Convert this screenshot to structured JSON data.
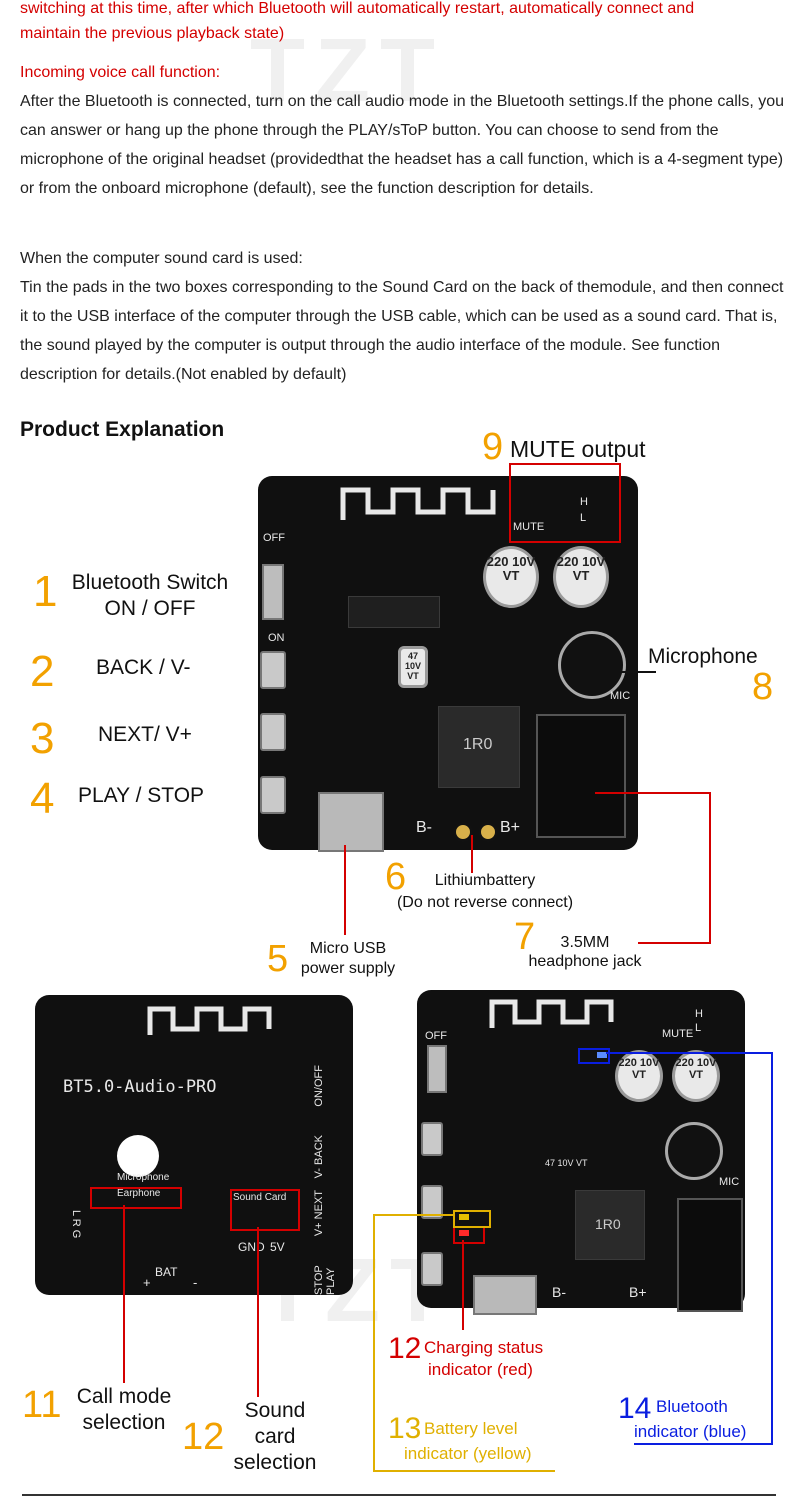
{
  "intro": {
    "top_red_line1": "switching at this time, after which Bluetooth will automatically restart, automatically connect and",
    "top_red_line2": "maintain the previous playback state)",
    "call_title": "Incoming voice call function:",
    "call_body": "After the Bluetooth is connected, turn on the call audio mode in the Bluetooth settings.If the phone calls, you can answer or hang up the phone through the PLAY/sToP button. You can choose to send from the microphone of the original headset (providedthat the headset has a call function, which is a 4-segment type) or from the onboard microphone (default), see the function description for details.",
    "sound_title": "When the computer sound card is used:",
    "sound_body": "Tin the pads in the two boxes corresponding to the Sound Card on the back of themodule, and then connect it to the USB interface of the computer through the USB cable, which can be used as a sound card. That is, the sound played by the computer is output through the audio interface of the module. See function description for details.(Not enabled by default)"
  },
  "section_title": "Product Explanation",
  "watermark": "TZT",
  "labels": {
    "l1_num": "1",
    "l1_a": "Bluetooth Switch",
    "l1_b": "ON / OFF",
    "l2_num": "2",
    "l2": "BACK / V-",
    "l3_num": "3",
    "l3": "NEXT/ V+",
    "l4_num": "4",
    "l4": "PLAY / STOP",
    "l5_num": "5",
    "l5_a": "Micro USB",
    "l5_b": "power supply",
    "l6_num": "6",
    "l6_a": "Lithiumbattery",
    "l6_b": "(Do not reverse connect)",
    "l7_num": "7",
    "l7_a": "3.5MM",
    "l7_b": "headphone jack",
    "l8_num": "8",
    "l8": "Microphone",
    "l9_num": "9",
    "l9": "MUTE output",
    "l11_num": "11",
    "l11_a": "Call mode",
    "l11_b": "selection",
    "l12a_num": "12",
    "l12a_a": "Sound",
    "l12a_b": "card",
    "l12a_c": "selection",
    "l12b_num": "12",
    "l12b_a": "Charging status",
    "l12b_b": "indicator (red)",
    "l13_num": "13",
    "l13_a": "Battery level",
    "l13_b": "indicator (yellow)",
    "l14_num": "14",
    "l14_a": "Bluetooth",
    "l14_b": "indicator (blue)"
  },
  "board_text": {
    "off": "OFF",
    "on": "ON",
    "mute": "MUTE",
    "mic": "MIC",
    "h": "H",
    "l": "L",
    "cap_a": "220 10V VT",
    "cap_b": "220 10V VT",
    "cap_small": "47 10V VT",
    "inductor": "1R0",
    "bminus": "B-",
    "bplus": "B+",
    "back_title": "BT5.0-Audio-PRO",
    "microphone": "Microphone",
    "earphone": "Earphone",
    "sound_card": "Sound Card",
    "gnd": "GND",
    "v5": "5V",
    "bat": "BAT",
    "bat_plus": "+",
    "bat_minus": "-",
    "on_off": "ON/OFF",
    "v_back": "V- BACK",
    "v_next": "V+ NEXT",
    "stop_play": "STOP PLAY",
    "lrg": "L R G"
  },
  "colors": {
    "accent_orange": "#f2a100",
    "red_text": "#d40000",
    "callout_red": "#d40000",
    "callout_yellow": "#e0b000",
    "callout_blue": "#0a1ee0"
  }
}
